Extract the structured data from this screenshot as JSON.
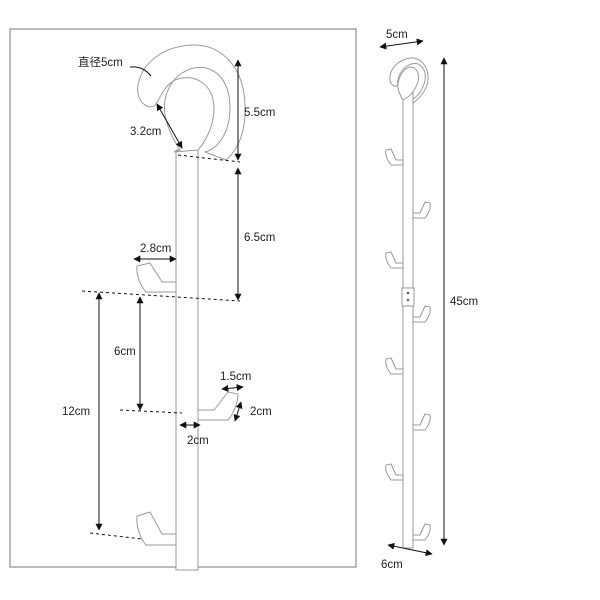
{
  "detail_view": {
    "ring_diameter": "直径5cm",
    "ring_width": "3.2cm",
    "ring_height": "5.5cm",
    "ring_to_hook": "6.5cm",
    "hook_length": "2.8cm",
    "hook_spacing": "6cm",
    "hook_spacing_double": "12cm",
    "hook_tip_width": "1.5cm",
    "hook_tip_height": "2cm",
    "bar_width": "2cm"
  },
  "full_view": {
    "top_width": "5cm",
    "total_height": "45cm",
    "bottom_width": "6cm"
  },
  "colors": {
    "product": "#ffffff",
    "outline": "#9a9a9a",
    "dimension": "#111111"
  }
}
